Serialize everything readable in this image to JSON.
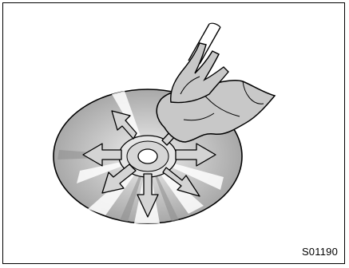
{
  "figure": {
    "code": "S01190",
    "illustration": "wiping-disc-from-center-outward",
    "outward_arrow_count": 7
  }
}
